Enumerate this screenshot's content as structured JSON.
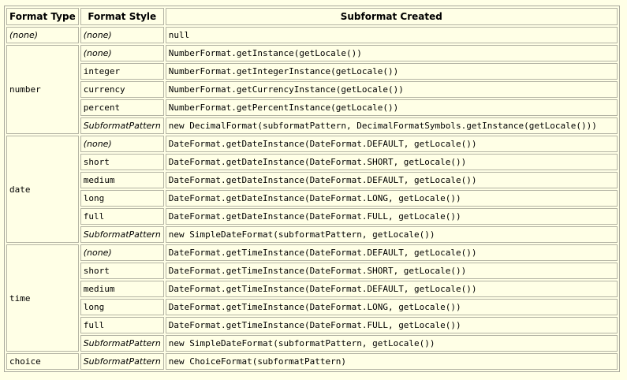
{
  "table": {
    "headers": [
      "Format Type",
      "Format Style",
      "Subformat Created"
    ],
    "rows": [
      {
        "type": "(none)",
        "type_italic": true,
        "span": 1,
        "style": "(none)",
        "style_italic": true,
        "created": "null"
      },
      {
        "type": "number",
        "type_italic": false,
        "span": 5,
        "style": "(none)",
        "style_italic": true,
        "created": "NumberFormat.getInstance(getLocale())"
      },
      {
        "style": "integer",
        "style_italic": false,
        "created": "NumberFormat.getIntegerInstance(getLocale())"
      },
      {
        "style": "currency",
        "style_italic": false,
        "created": "NumberFormat.getCurrencyInstance(getLocale())"
      },
      {
        "style": "percent",
        "style_italic": false,
        "created": "NumberFormat.getPercentInstance(getLocale())"
      },
      {
        "style": "SubformatPattern",
        "style_italic": true,
        "created": "new DecimalFormat(subformatPattern, DecimalFormatSymbols.getInstance(getLocale()))"
      },
      {
        "type": "date",
        "type_italic": false,
        "span": 6,
        "style": "(none)",
        "style_italic": true,
        "created": "DateFormat.getDateInstance(DateFormat.DEFAULT, getLocale())"
      },
      {
        "style": "short",
        "style_italic": false,
        "created": "DateFormat.getDateInstance(DateFormat.SHORT, getLocale())"
      },
      {
        "style": "medium",
        "style_italic": false,
        "created": "DateFormat.getDateInstance(DateFormat.DEFAULT, getLocale())"
      },
      {
        "style": "long",
        "style_italic": false,
        "created": "DateFormat.getDateInstance(DateFormat.LONG, getLocale())"
      },
      {
        "style": "full",
        "style_italic": false,
        "created": "DateFormat.getDateInstance(DateFormat.FULL, getLocale())"
      },
      {
        "style": "SubformatPattern",
        "style_italic": true,
        "created": "new SimpleDateFormat(subformatPattern, getLocale())"
      },
      {
        "type": "time",
        "type_italic": false,
        "span": 6,
        "style": "(none)",
        "style_italic": true,
        "created": "DateFormat.getTimeInstance(DateFormat.DEFAULT, getLocale())"
      },
      {
        "style": "short",
        "style_italic": false,
        "created": "DateFormat.getTimeInstance(DateFormat.SHORT, getLocale())"
      },
      {
        "style": "medium",
        "style_italic": false,
        "created": "DateFormat.getTimeInstance(DateFormat.DEFAULT, getLocale())"
      },
      {
        "style": "long",
        "style_italic": false,
        "created": "DateFormat.getTimeInstance(DateFormat.LONG, getLocale())"
      },
      {
        "style": "full",
        "style_italic": false,
        "created": "DateFormat.getTimeInstance(DateFormat.FULL, getLocale())"
      },
      {
        "style": "SubformatPattern",
        "style_italic": true,
        "created": "new SimpleDateFormat(subformatPattern, getLocale())"
      },
      {
        "type": "choice",
        "type_italic": false,
        "span": 1,
        "style": "SubformatPattern",
        "style_italic": true,
        "created": "new ChoiceFormat(subformatPattern)"
      }
    ]
  }
}
